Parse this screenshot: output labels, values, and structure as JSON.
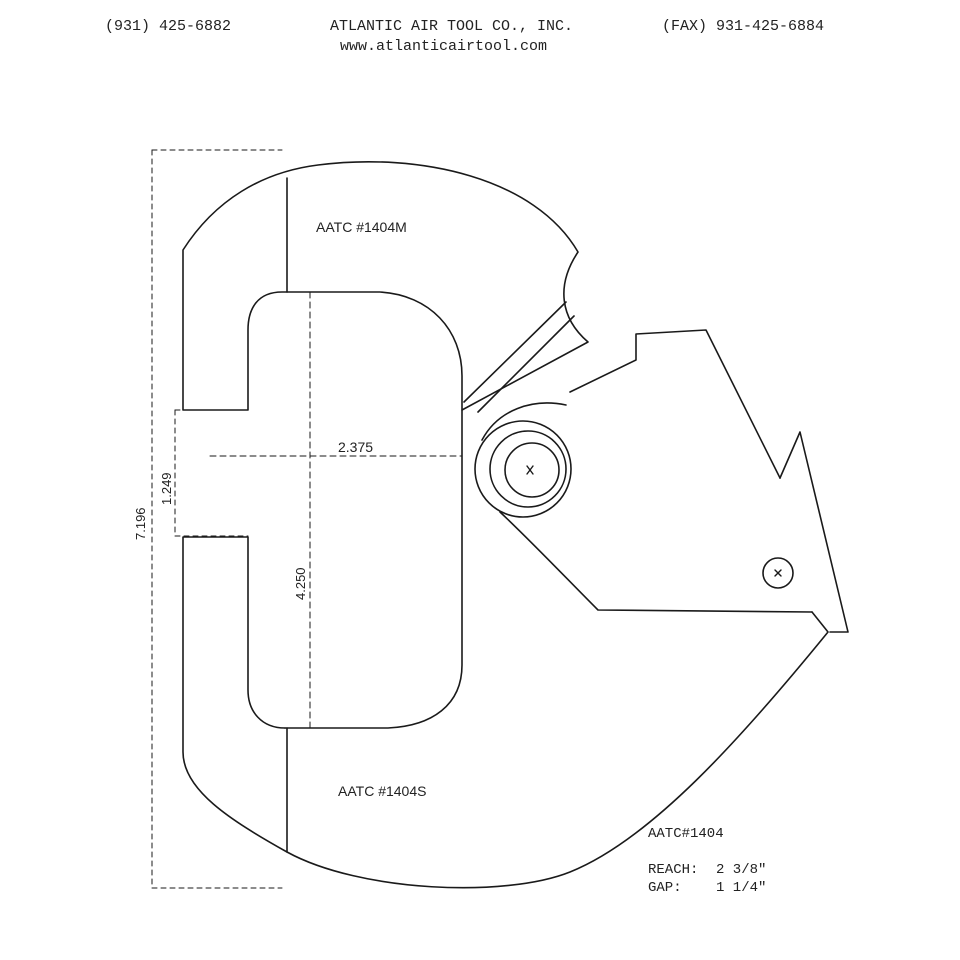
{
  "header": {
    "phone": "(931) 425-6882",
    "company": "ATLANTIC AIR TOOL CO., INC.",
    "fax": "(FAX) 931-425-6884",
    "website": "www.atlanticairtool.com"
  },
  "drawing": {
    "upper_part_label": "AATC #1404M",
    "lower_part_label": "AATC #1404S",
    "dimensions": {
      "reach": "2.375",
      "gap": "1.249",
      "overall_height": "7.196",
      "inner_height": "4.250"
    },
    "line_color": "#1a1a1a"
  },
  "specs": {
    "model": "AATC#1404",
    "reach_label": "REACH:",
    "reach_value": "2 3/8\"",
    "gap_label": "GAP:",
    "gap_value": "1 1/4\""
  }
}
